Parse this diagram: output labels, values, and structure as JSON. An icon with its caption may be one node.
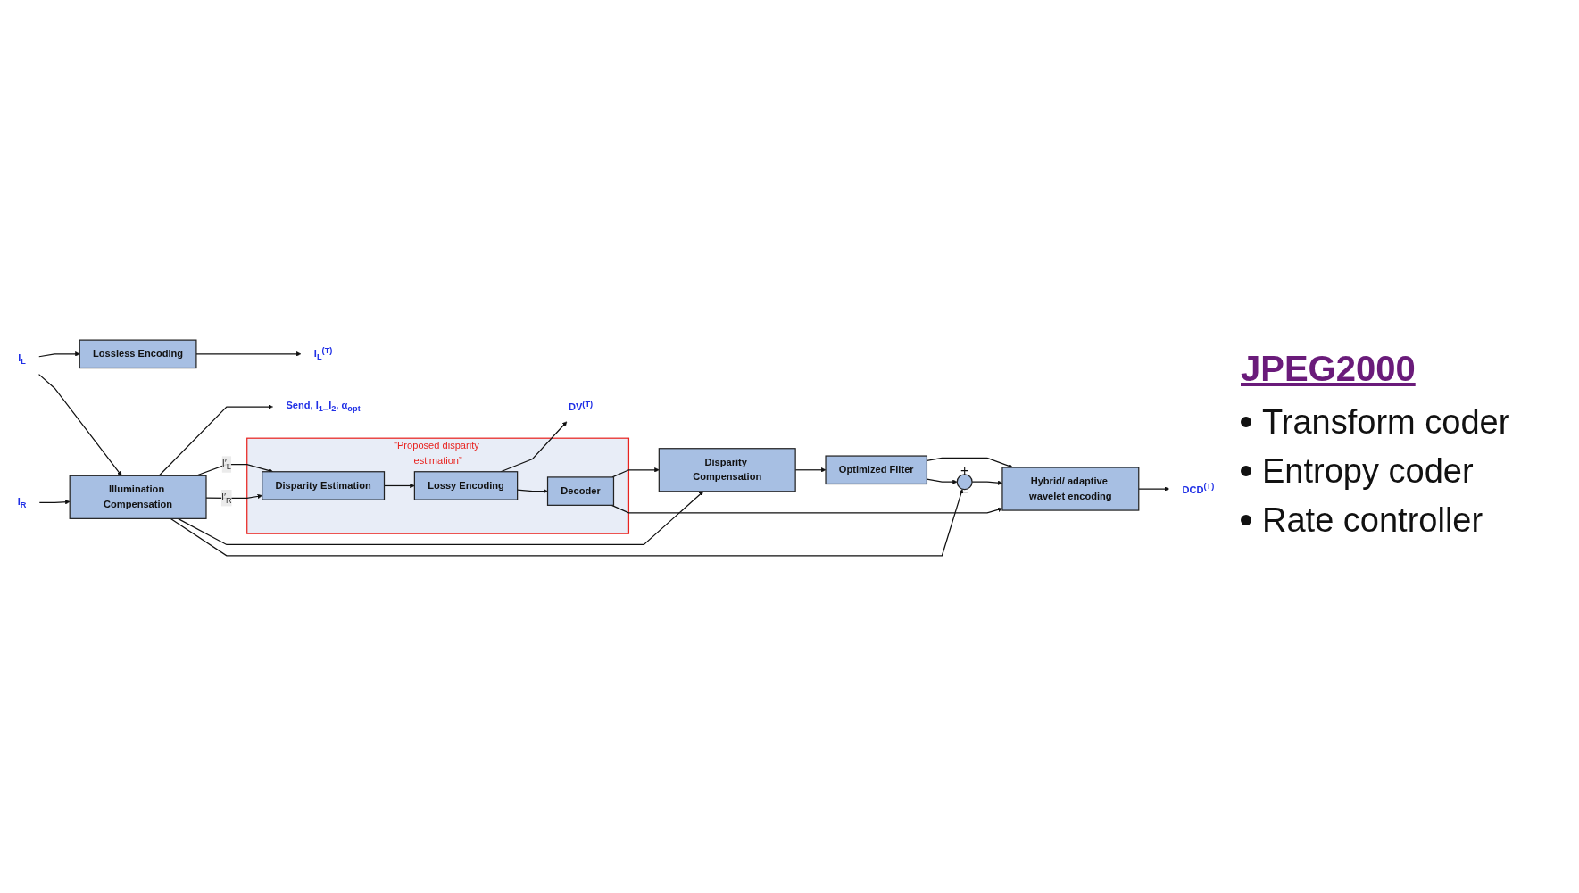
{
  "diagram": {
    "nodes": [
      {
        "text": [
          "I$_{L}$"
        ]
      },
      {
        "text": [
          "I$_{R}$"
        ]
      },
      {
        "text": [
          "Illumination Compensation"
        ]
      },
      {
        "text": [
          "Lossless Encoding"
        ]
      },
      {
        "text": [
          "I$_{L}$$^{(T)}$"
        ]
      },
      {
        "text": [
          "Send, I$_{1}$_I$_{2}$, α$_{opt}$"
        ]
      },
      {
        "text": [
          "“Proposed disparity estimation”"
        ]
      },
      {
        "text": [
          "Disparity Estimation"
        ],
        "in": 6
      },
      {
        "text": [
          "Lossy Encoding"
        ],
        "in": 6
      },
      {
        "text": [
          "Decoder"
        ],
        "in": 6
      },
      {
        "text": [
          "DV$^{(T)}$"
        ]
      },
      {
        "text": [
          "Disparity Compensation"
        ]
      },
      {
        "text": [
          "Optimized Filter"
        ]
      },
      {
        "text": [
          "+",
          "−"
        ]
      },
      {
        "text": [
          "Hybrid/ adaptive wavelet encoding"
        ]
      },
      {
        "text": [
          "DCD$^{(T)}$"
        ]
      }
    ],
    "edges": [
      {
        "from": 0,
        "to": 3,
        "arrow": "to"
      },
      {
        "from": 0,
        "to": 2,
        "arrow": "to"
      },
      {
        "from": 1,
        "to": 2,
        "arrow": "to"
      },
      {
        "from": 3,
        "to": 4,
        "arrow": "to"
      },
      {
        "from": 2,
        "to": 5,
        "arrow": "to"
      },
      {
        "from": 2,
        "to": 7,
        "arrow": "to",
        "label": "I′$_{L}$"
      },
      {
        "from": 2,
        "to": 7,
        "arrow": "to",
        "label": "I′$_{R}$"
      },
      {
        "from": 2,
        "to": 11,
        "arrow": "to"
      },
      {
        "from": 2,
        "to": 13,
        "arrow": "to"
      },
      {
        "from": 7,
        "to": 8,
        "arrow": "to"
      },
      {
        "from": 8,
        "to": 10,
        "arrow": "to"
      },
      {
        "from": 8,
        "to": 9,
        "arrow": "to"
      },
      {
        "from": 9,
        "to": 11,
        "arrow": "to"
      },
      {
        "from": 9,
        "to": 14,
        "arrow": "to"
      },
      {
        "from": 11,
        "to": 12,
        "arrow": "to"
      },
      {
        "from": 12,
        "to": 14,
        "arrow": "to"
      },
      {
        "from": 12,
        "to": 13,
        "arrow": "to"
      },
      {
        "from": 13,
        "to": 14,
        "arrow": "to"
      },
      {
        "from": 14,
        "to": 15,
        "arrow": "to"
      }
    ],
    "labels": [
      "JPEG2000",
      "Transform coder",
      "Entropy coder",
      "Rate controller"
    ]
  }
}
